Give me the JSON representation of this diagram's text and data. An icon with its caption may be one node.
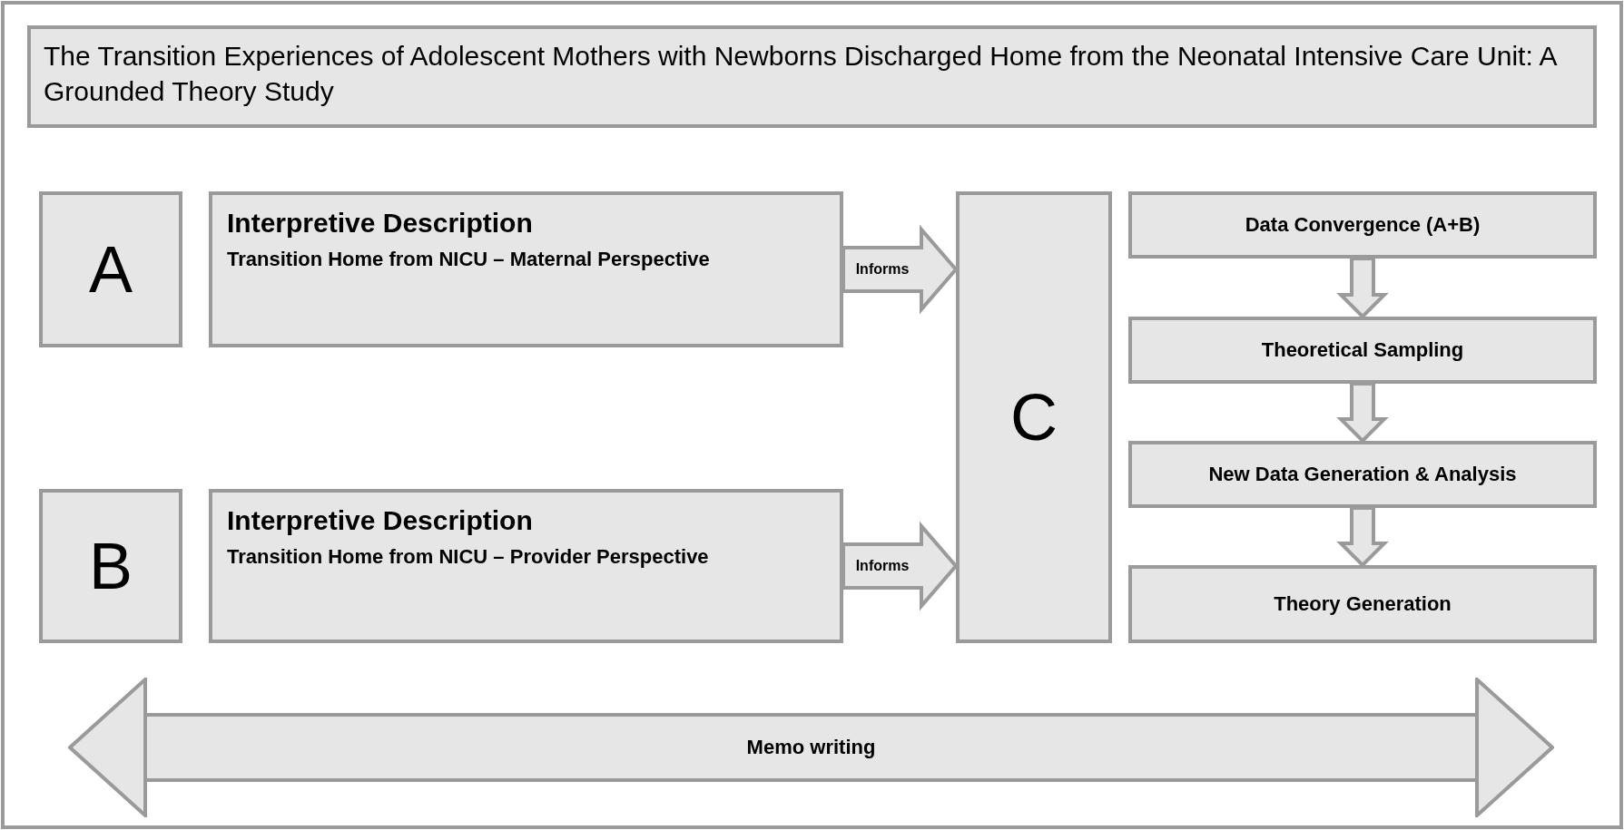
{
  "diagram": {
    "title": "The Transition Experiences of Adolescent Mothers with Newborns Discharged Home from the Neonatal Intensive Care Unit: A Grounded Theory Study",
    "nodes": [
      {
        "text": [
          "A"
        ]
      },
      {
        "text": [
          "Interpretive Description",
          "Transition Home from NICU – Maternal Perspective"
        ]
      },
      {
        "text": [
          "B"
        ]
      },
      {
        "text": [
          "Interpretive Description",
          "Transition Home from NICU – Provider Perspective"
        ]
      },
      {
        "text": [
          "C"
        ]
      },
      {
        "text": [
          "Data Convergence (A+B)"
        ]
      },
      {
        "text": [
          "Theoretical Sampling"
        ]
      },
      {
        "text": [
          "New Data Generation & Analysis"
        ]
      },
      {
        "text": [
          "Theory Generation"
        ]
      },
      {
        "text": [
          "Memo writing"
        ]
      }
    ],
    "edges": [
      {
        "from": 1,
        "to": 4,
        "arrow": "to",
        "label": "Informs"
      },
      {
        "from": 3,
        "to": 4,
        "arrow": "to",
        "label": "Informs"
      },
      {
        "from": 5,
        "to": 6,
        "arrow": "to"
      },
      {
        "from": 6,
        "to": 7,
        "arrow": "to"
      },
      {
        "from": 7,
        "to": 8,
        "arrow": "to"
      }
    ]
  }
}
